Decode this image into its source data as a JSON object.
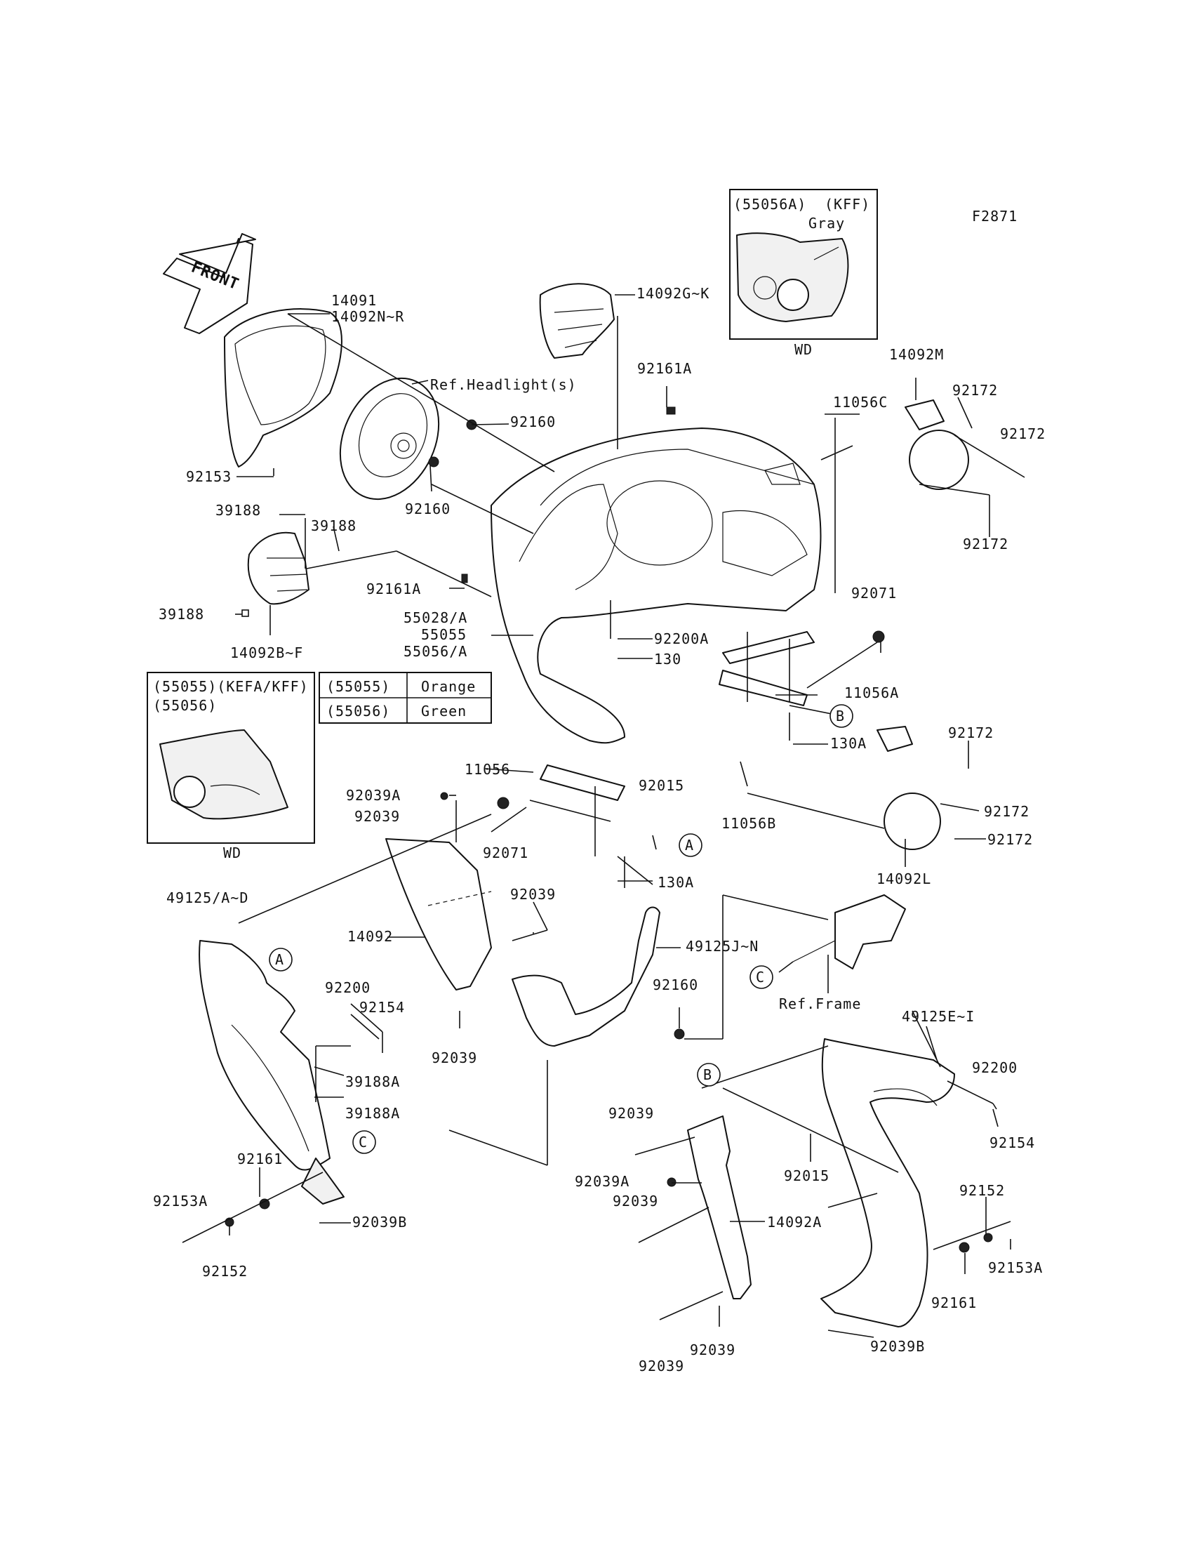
{
  "figure_code": "F2871",
  "front_label": "FRONT",
  "inset_kff": {
    "heading_part": "(55056A)",
    "heading_variant": "(KFF)",
    "color": "Gray",
    "footer": "WD"
  },
  "inset_kefa": {
    "line1": "(55055)(KEFA/KFF)",
    "line2": "(55056)",
    "footer": "WD"
  },
  "color_table": [
    {
      "part": "(55055)",
      "color": "Orange"
    },
    {
      "part": "(55056)",
      "color": "Green"
    }
  ],
  "callouts": {
    "A": "A",
    "B": "B",
    "C": "C"
  },
  "labels": {
    "p14091": "14091",
    "p14092NR": "14092N~R",
    "refHeadlight": "Ref.Headlight(s)",
    "p92160a": "92160",
    "p92160b": "92160",
    "p92160c": "92160",
    "p92153": "92153",
    "p14092GK": "14092G~K",
    "p92161Aa": "92161A",
    "p92161Ab": "92161A",
    "p39188a": "39188",
    "p39188b": "39188",
    "p39188c": "39188",
    "p14092BF": "14092B~F",
    "p55028A": "55028/A",
    "p55055": "55055",
    "p55056A": "55056/A",
    "p92200A": "92200A",
    "p130": "130",
    "p130Aa": "130A",
    "p130Ab": "130A",
    "p14092M": "14092M",
    "p11056C": "11056C",
    "p92172a": "92172",
    "p92172b": "92172",
    "p92172c": "92172",
    "p92172d": "92172",
    "p92172e": "92172",
    "p92172f": "92172",
    "p92071a": "92071",
    "p92071b": "92071",
    "p11056A": "11056A",
    "p11056": "11056",
    "p11056B": "11056B",
    "p14092L": "14092L",
    "p92039Aa": "92039A",
    "p92039Ab": "92039A",
    "p92039a": "92039",
    "p92039b": "92039",
    "p92039c": "92039",
    "p92039d": "92039",
    "p92039e": "92039",
    "p92039f": "92039",
    "p92039g": "92039",
    "p92015a": "92015",
    "p92015b": "92015",
    "p49125AD": "49125/A~D",
    "p14092": "14092",
    "p49125JN": "49125J~N",
    "refFrame": "Ref.Frame",
    "p92200a": "92200",
    "p92200b": "92200",
    "p92154a": "92154",
    "p92154b": "92154",
    "p39188Aa": "39188A",
    "p39188Ab": "39188A",
    "p92161a": "92161",
    "p92161b": "92161",
    "p92153Aa": "92153A",
    "p92153Ab": "92153A",
    "p92152a": "92152",
    "p92152b": "92152",
    "p92039Ba": "92039B",
    "p92039Bb": "92039B",
    "p49125EI": "49125E~I",
    "p14092A": "14092A"
  }
}
